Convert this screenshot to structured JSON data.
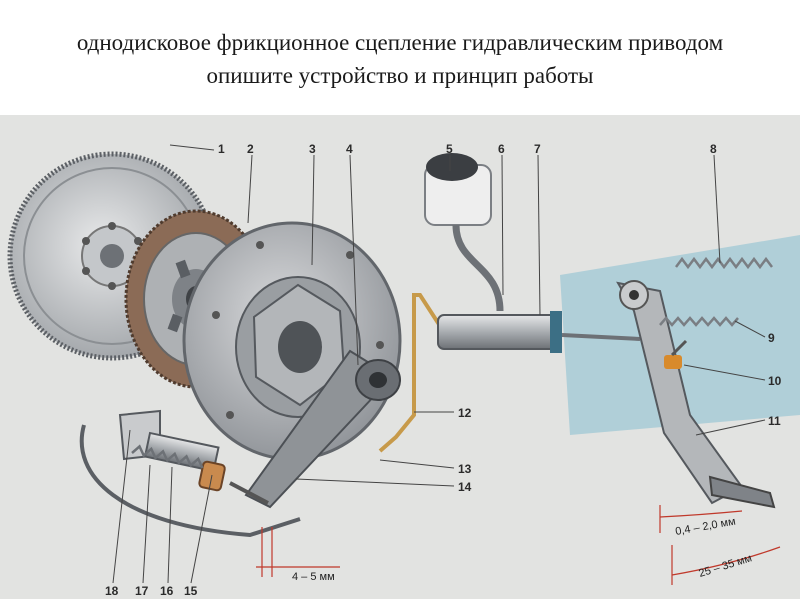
{
  "title": {
    "line1": "однодисковое фрикционное сцепление гидравлическим приводом",
    "line2": "опишите устройство и принцип работы"
  },
  "callouts": [
    {
      "id": "1",
      "label": "1"
    },
    {
      "id": "2",
      "label": "2"
    },
    {
      "id": "3",
      "label": "3"
    },
    {
      "id": "4",
      "label": "4"
    },
    {
      "id": "5",
      "label": "5"
    },
    {
      "id": "6",
      "label": "6"
    },
    {
      "id": "7",
      "label": "7"
    },
    {
      "id": "8",
      "label": "8"
    },
    {
      "id": "9",
      "label": "9"
    },
    {
      "id": "10",
      "label": "10"
    },
    {
      "id": "11",
      "label": "11"
    },
    {
      "id": "12",
      "label": "12"
    },
    {
      "id": "13",
      "label": "13"
    },
    {
      "id": "14",
      "label": "14"
    },
    {
      "id": "15",
      "label": "15"
    },
    {
      "id": "16",
      "label": "16"
    },
    {
      "id": "17",
      "label": "17"
    },
    {
      "id": "18",
      "label": "18"
    }
  ],
  "dimensions": {
    "free_play_fork": "4 – 5 мм",
    "free_play_pedal": "0,4 – 2,0 мм",
    "pedal_travel": "25 – 35 мм"
  },
  "colors": {
    "background": "#e2e3e1",
    "metal": "#b9bcbf",
    "dark_metal": "#6f7378",
    "fluid_line": "#c79a4a",
    "panel": "#9fc6d3",
    "dimension_red": "#c0392b",
    "spring": "#7a7e83",
    "accent_orange": "#d88a2c"
  }
}
